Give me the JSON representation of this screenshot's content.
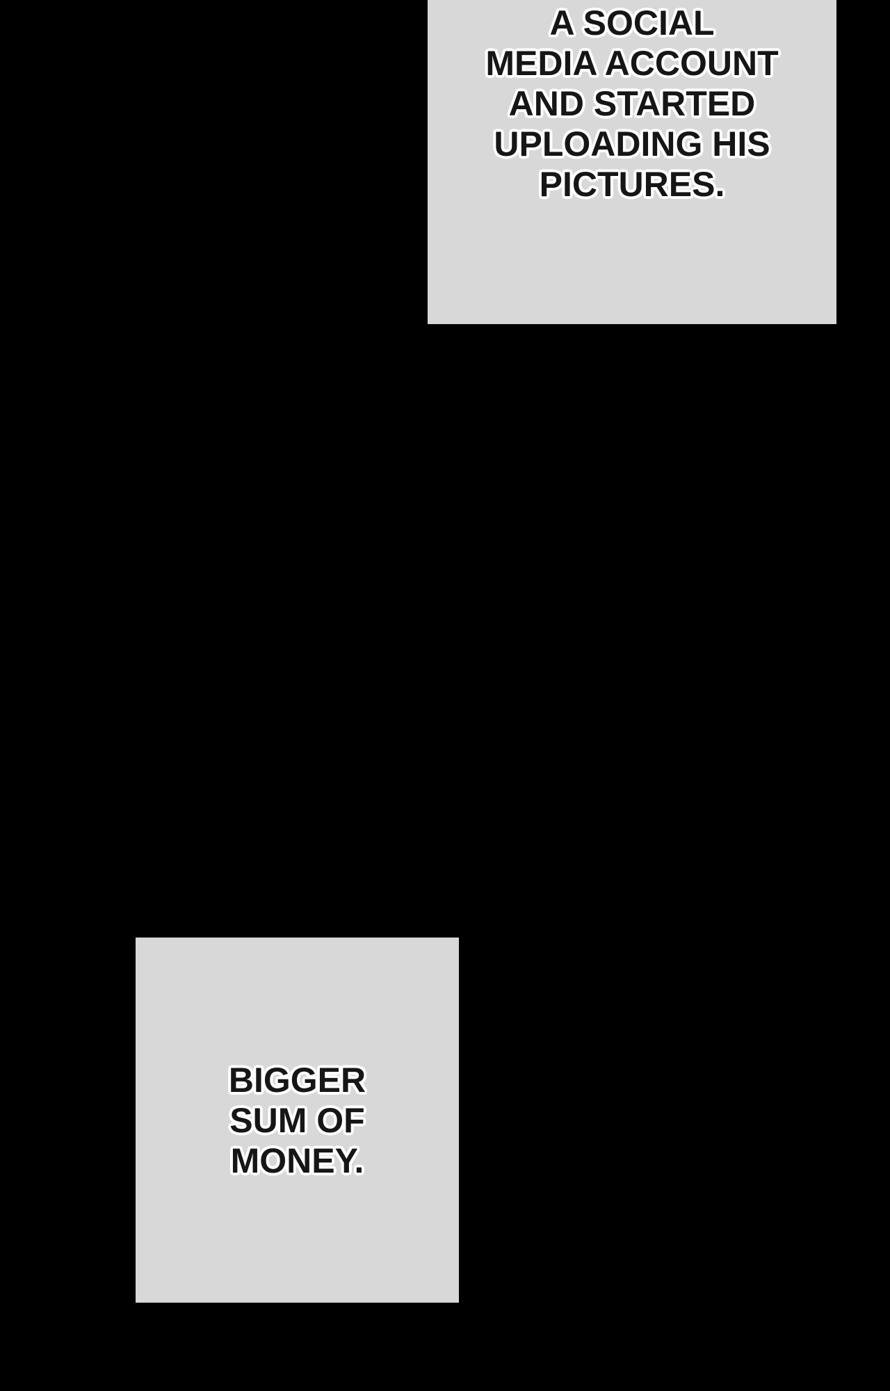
{
  "colors": {
    "page_background": "#000000",
    "panel_background": "#d8d8d8",
    "caption_text": "#161616",
    "caption_outline": "#ffffff"
  },
  "panels": {
    "top": {
      "type": "narration-box",
      "caption_text": "A SOCIAL\nMEDIA ACCOUNT\nAND STARTED\nUPLOADING HIS\nPICTURES.",
      "caption_lines": [
        "A SOCIAL",
        "MEDIA ACCOUNT",
        "AND STARTED",
        "UPLOADING HIS",
        "PICTURES."
      ]
    },
    "bottom": {
      "type": "narration-box",
      "caption_text": "BIGGER\nSUM OF\nMONEY.",
      "caption_lines": [
        "BIGGER",
        "SUM OF",
        "MONEY."
      ]
    }
  }
}
